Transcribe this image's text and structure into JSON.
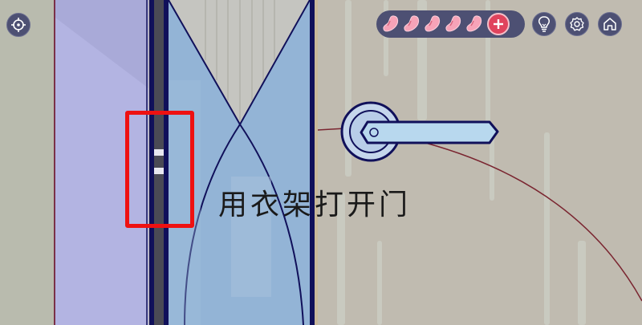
{
  "scene": {
    "hint_text": "用衣架打开门",
    "highlight_target": "door-latch-gap"
  },
  "hud": {
    "locate_button": {
      "icon": "crosshair-icon"
    },
    "energy": {
      "count": 5,
      "icon": "bean-icon",
      "add_icon": "plus-icon"
    },
    "hint_button": {
      "icon": "lightbulb-icon"
    },
    "settings_button": {
      "icon": "gear-icon"
    },
    "home_button": {
      "icon": "home-icon"
    }
  },
  "colors": {
    "wall": "#c0bbb0",
    "closet": "#b3b4e2",
    "door_glass": "#93b4d6",
    "frame": "#10105a",
    "highlight": "#ee1111",
    "hud_bg": "#4d5073",
    "bean": "#f7a3b8",
    "plus": "#e0435d"
  }
}
